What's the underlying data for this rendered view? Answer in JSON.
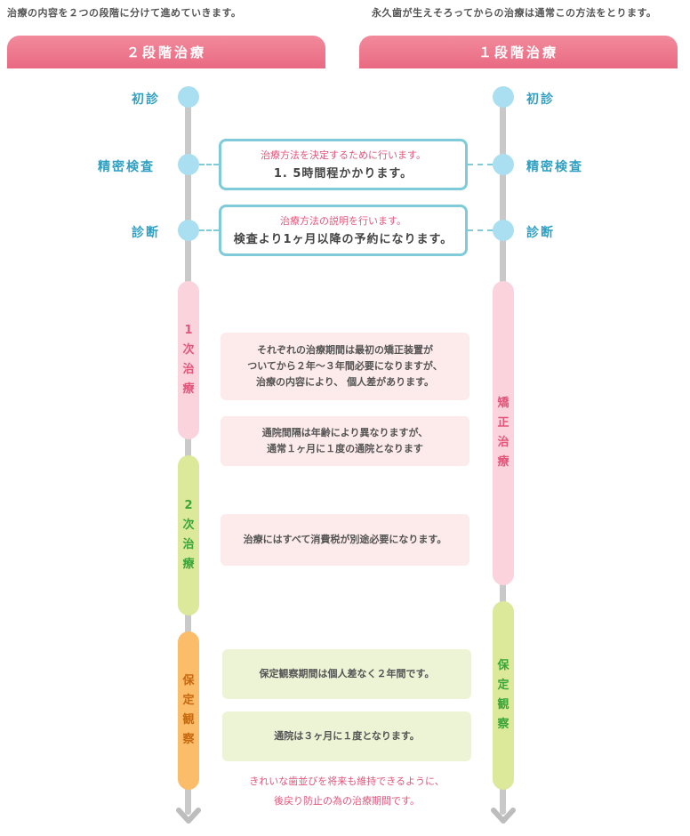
{
  "top_notes": {
    "left": "治療の内容を２つの段階に分けて進めていきます。",
    "right": "永久歯が生えそろってからの治療は通常この方法をとります。"
  },
  "tabs": {
    "left": "２段階治療",
    "right": "１段階治療"
  },
  "steps": {
    "first_visit": "初診",
    "exam": "精密検査",
    "diagnosis": "診断"
  },
  "info_boxes": {
    "exam": {
      "line1": "治療方法を決定するために行います。",
      "line2": "1. 5時間程かかります。"
    },
    "diagnosis": {
      "line1": "治療方法の説明を行います。",
      "line2": "検査より1ヶ月以降の予約になります。"
    }
  },
  "phases": {
    "left": [
      {
        "chars": [
          "1",
          "次",
          "治",
          "療"
        ],
        "color": "#e2567a"
      },
      {
        "chars": [
          "2",
          "次",
          "治",
          "療"
        ],
        "color": "#3aa53a"
      },
      {
        "chars": [
          "保",
          "定",
          "観",
          "察"
        ],
        "color": "#c8680f"
      }
    ],
    "right": [
      {
        "chars": [
          "矯",
          "正",
          "治",
          "療"
        ],
        "color": "#e2567a"
      },
      {
        "chars": [
          "保",
          "定",
          "観",
          "察"
        ],
        "color": "#3aa53a"
      }
    ]
  },
  "notes": {
    "period": "それぞれの治療期間は最初の矯正装置が\nついてから２年〜３年間必要になりますが、\n治療の内容により、 個人差があります。",
    "interval": "通院間隔は年齢により異なりますが、\n通常１ヶ月に１度の通院となります",
    "tax": "治療にはすべて消費税が別途必要になります。",
    "retention_period": "保定観察期間は個人差なく２年間です。",
    "retention_visit": "通院は３ヶ月に１度となります。",
    "retention_purpose": "きれいな歯並びを将来も維持できるように、\n後戻り防止の為の治療期間です。"
  },
  "colors": {
    "tab": "#ee6f86",
    "dot": "#a9dff0",
    "step_label": "#2f9fc2",
    "box_border": "#7fcbd9",
    "pill_pink": "#fbd3dc",
    "pill_green": "#dce89a",
    "pill_orange": "#fbbd6a",
    "rail": "#c9c9c9"
  }
}
